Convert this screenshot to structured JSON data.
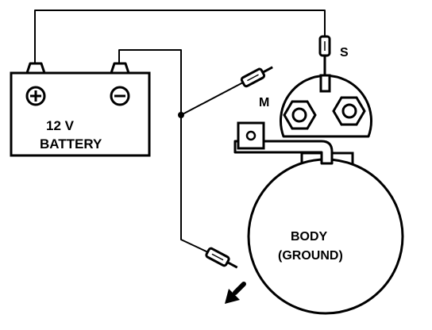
{
  "battery": {
    "voltage": "12 V",
    "name": "BATTERY",
    "positive_symbol": "⊕",
    "negative_symbol": "⊖"
  },
  "solenoid": {
    "terminal_s": "S",
    "terminal_m": "M"
  },
  "motor": {
    "line1": "BODY",
    "line2": "(GROUND)"
  },
  "icons": [
    "battery-icon",
    "probe-icon",
    "arrow-icon",
    "nut-icon"
  ],
  "colors": {
    "ink": "#000000",
    "paper": "#ffffff"
  }
}
